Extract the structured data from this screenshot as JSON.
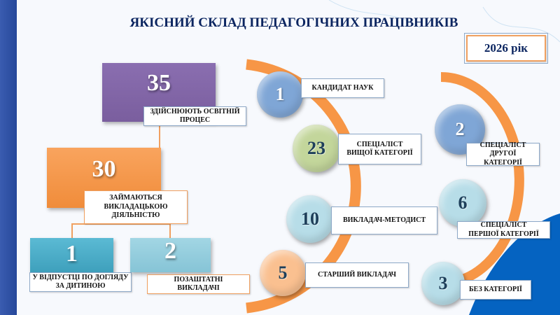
{
  "title": "ЯКІСНИЙ СКЛАД ПЕДАГОГІЧНИХ ПРАЦІВНИКІВ",
  "year": "2026 рік",
  "hierarchy": {
    "total": {
      "value": "35",
      "label": "ЗДІЙСНЮЮТЬ ОСВІТНІЙ ПРОЦЕС"
    },
    "teaching": {
      "value": "30",
      "label": "ЗАЙМАЮТЬСЯ ВИКЛАДАЦЬКОЮ ДІЯЛЬНІСТЮ"
    },
    "leave": {
      "value": "1",
      "label": "У ВІДПУСТЦІ ПО ДОГЛЯДУ ЗА ДИТИНОЮ"
    },
    "external": {
      "value": "2",
      "label": "ПОЗАШТАТНІ ВИКЛАДАЧІ"
    }
  },
  "categories_left": [
    {
      "value": "1",
      "label": "КАНДИДАТ НАУК"
    },
    {
      "value": "23",
      "label": "СПЕЦІАЛІСТ ВИЩОЇ КАТЕГОРІЇ"
    },
    {
      "value": "10",
      "label": "ВИКЛАДАЧ-МЕТОДИСТ"
    },
    {
      "value": "5",
      "label": "СТАРШИЙ ВИКЛАДАЧ"
    }
  ],
  "categories_right": [
    {
      "value": "2",
      "label": "СПЕЦІАЛІСТ ДРУГОЇ КАТЕГОРІЇ"
    },
    {
      "value": "6",
      "label": "СПЕЦІАЛІСТ ПЕРШОЇ КАТЕГОРІЇ"
    },
    {
      "value": "3",
      "label": "БЕЗ КАТЕГОРІЇ"
    }
  ],
  "colors": {
    "purple": "#8064a2",
    "orange": "#f79646",
    "teal": "#4bacc6",
    "lightteal": "#92cddc",
    "title": "#0b2560",
    "corner": "#0563c1"
  }
}
